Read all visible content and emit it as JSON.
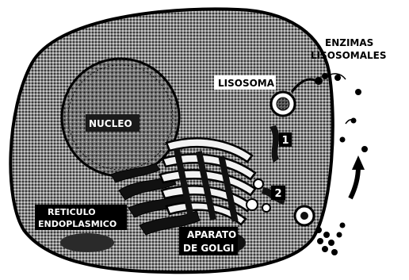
{
  "labels": {
    "enzimas": [
      "ENZIMAS",
      "LISOSOMALES"
    ],
    "lisosoma": "LISOSOMA",
    "nucleo": "NUCLEO",
    "reticulo": [
      "RETICULO",
      "ENDOPLASMICO"
    ],
    "golgi": [
      "APARATO",
      "DE GOLGI"
    ],
    "step1": "1",
    "step2": "2"
  },
  "colors": {
    "ink": "#000000",
    "paper": "#ffffff",
    "stipple": "#6f6f6f"
  }
}
